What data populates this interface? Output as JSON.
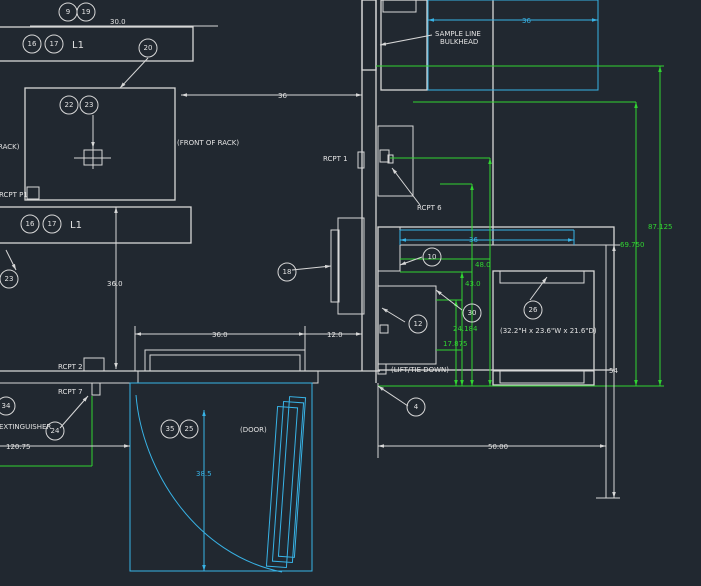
{
  "colors": {
    "background": "#212830",
    "geometry": "#d7d7d7",
    "cyan": "#38b3e6",
    "green": "#31d431"
  },
  "balloons": {
    "b9": "9",
    "b19": "19",
    "b16a": "16",
    "b17a": "17",
    "b20": "20",
    "b22": "22",
    "b23": "23",
    "b16b": "16",
    "b17b": "17",
    "b23b": "23",
    "b18": "18",
    "b10": "10",
    "b26": "26",
    "b30": "30",
    "b12": "12",
    "b34": "34",
    "b24": "24",
    "b35": "35",
    "b25": "25",
    "b4": "4"
  },
  "labels": {
    "l1_top": "L1",
    "l1_mid": "L1",
    "front_of_rack": "(FRONT OF RACK)",
    "rack_left": "RACK)",
    "rcpt_p1": "RCPT P1",
    "rcpt_1": "RCPT 1",
    "rcpt_6": "RCPT 6",
    "rcpt_2": "RCPT 2",
    "rcpt_7": "RCPT 7",
    "sample_line_1": "SAMPLE LINE",
    "sample_line_2": "BULKHEAD",
    "box_size": "(32.2\"H x 23.6\"W x 21.6\"D)",
    "lift_tie_down": "(LIFT/TIE DOWN)",
    "door": "(DOOR)",
    "extinguisher": "EXTINGUISHER"
  },
  "dimensions": {
    "d30_0": "30.0",
    "d36_top_right": "36",
    "d36_mid": "36",
    "d36_0_left": "36.0",
    "d36_0_bottom": "36.0",
    "d12_0": "12.0",
    "d38_5": "38.5",
    "d120_75": "120.75",
    "d50_00": "50.00",
    "d54": "54",
    "d36_cyan": "36",
    "d48_0": "48.0",
    "d43_0": "43.0",
    "d24_184": "24.184",
    "d17_875": "17.875",
    "d69_750": "69.750",
    "d87_125": "87.125"
  }
}
